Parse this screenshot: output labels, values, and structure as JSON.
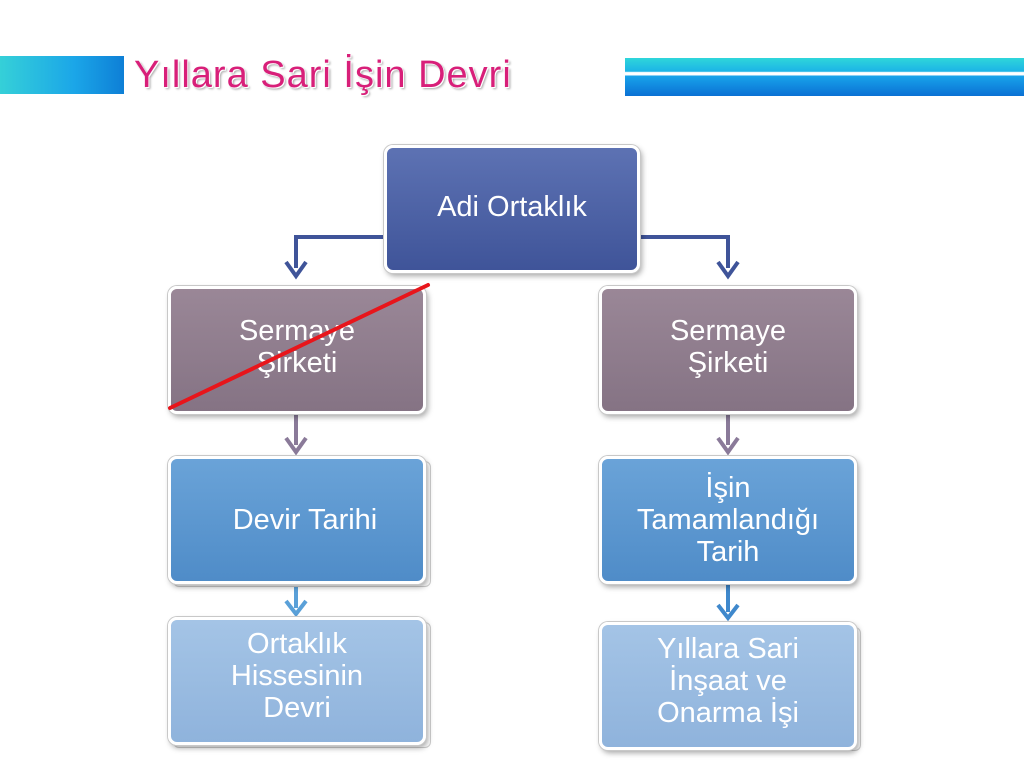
{
  "title": "Yıllara Sari İşin Devri",
  "colors": {
    "title": "#d81f79",
    "root_box": "#4a5fa5",
    "company_box": "#8e7b8d",
    "middle_box": "#5b97d0",
    "bottom_box": "#99bce1",
    "arrow_blue": "#3f5499",
    "arrow_mauve": "#8a7a99",
    "arrow_light": "#5aa0d8",
    "strike_line": "#e8151b"
  },
  "nodes": {
    "root": {
      "label": "Adi Ortaklık"
    },
    "left_company": {
      "label": "Sermaye\nŞirketi",
      "struck_out": true
    },
    "right_company": {
      "label": "Sermaye\nŞirketi"
    },
    "left_date": {
      "label": "Devir Tarihi"
    },
    "right_date": {
      "label": "İşin\nTamamlandığı\nTarih"
    },
    "left_result": {
      "label": "Ortaklık\nHissesinin\nDevri"
    },
    "right_result": {
      "label": "Yıllara Sari\nİnşaat ve\nOnarma İşi"
    }
  }
}
